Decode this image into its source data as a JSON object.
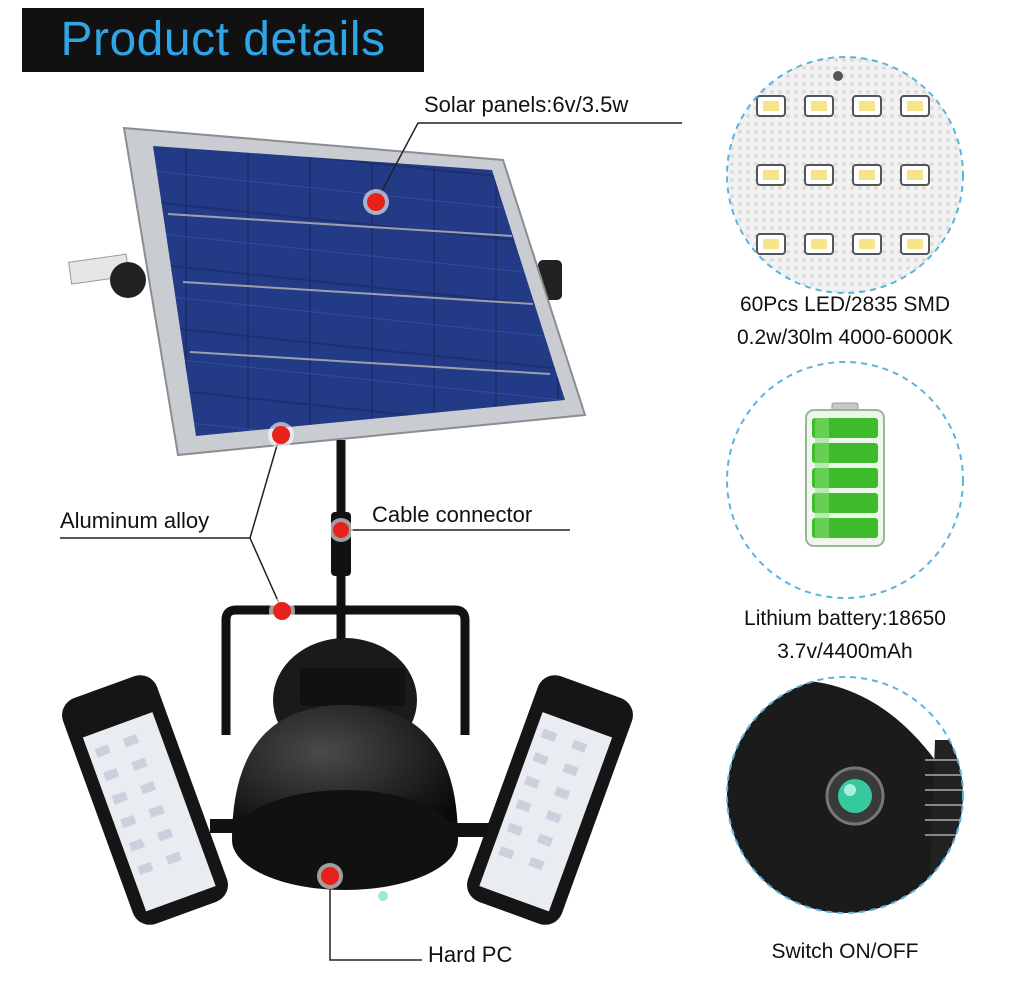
{
  "header": {
    "title": "Product details"
  },
  "callouts": {
    "solar": "Solar panels:6v/3.5w",
    "aluminum": "Aluminum alloy",
    "cable": "Cable connector",
    "hardpc": "Hard PC"
  },
  "features": {
    "led_line1": "60Pcs LED/2835 SMD",
    "led_line2": "0.2w/30lm 4000-6000K",
    "battery_line1": "Lithium battery:18650",
    "battery_line2": "3.7v/4400mAh",
    "switch": "Switch ON/OFF"
  },
  "colors": {
    "title_bg": "#111111",
    "title_text": "#2fa4e7",
    "marker": "#e8221b",
    "battery": "#3dbb2a",
    "circle_border": "#5ab4e0"
  }
}
